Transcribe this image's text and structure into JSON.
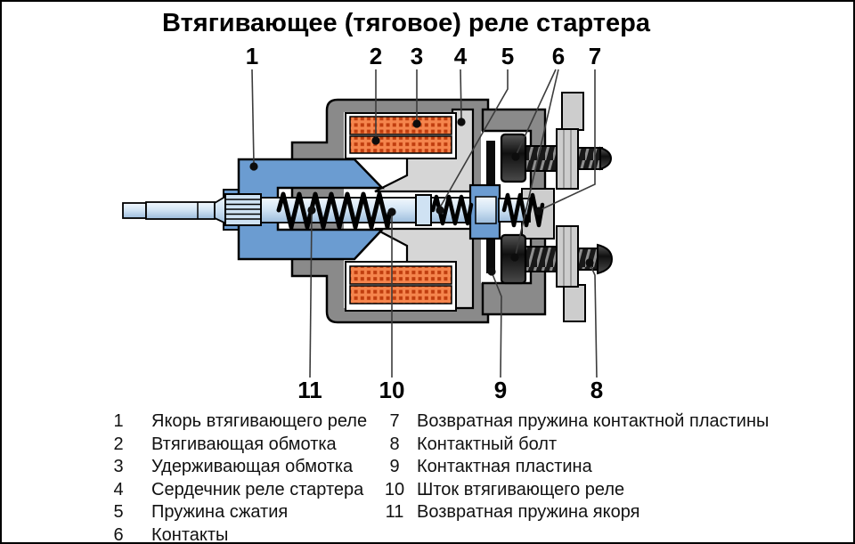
{
  "title": "Втягивающее (тяговое) реле стартера",
  "callouts": {
    "top": [
      "1",
      "2",
      "3",
      "4",
      "5",
      "6",
      "7"
    ],
    "bottom": [
      "11",
      "10",
      "9",
      "8"
    ]
  },
  "legend": {
    "left": [
      {
        "num": "1",
        "label": "Якорь втягивающего реле"
      },
      {
        "num": "2",
        "label": "Втягивающая обмотка"
      },
      {
        "num": "3",
        "label": "Удерживающая обмотка"
      },
      {
        "num": "4",
        "label": "Сердечник реле стартера"
      },
      {
        "num": "5",
        "label": "Пружина сжатия"
      },
      {
        "num": "6",
        "label": "Контакты"
      }
    ],
    "right": [
      {
        "num": "7",
        "label": "Возвратная пружина контактной пластины"
      },
      {
        "num": "8",
        "label": "Контактный болт"
      },
      {
        "num": "9",
        "label": "Контактная пластина"
      },
      {
        "num": "10",
        "label": "Шток втягивающего реле"
      },
      {
        "num": "11",
        "label": "Возвратная пружина якоря"
      }
    ]
  },
  "colors": {
    "housing_gray": "#8a8a8a",
    "core_gray": "#d6d6d6",
    "armature_blue": "#6b9cd1",
    "shaft_light_blue": "#cfe2f3",
    "coil_orange": "#f5854d",
    "coil_square_red": "#c03d0e",
    "metal_dark": "#1d1d1d",
    "nut_gray": "#cdcdcd",
    "background": "#ffffff"
  }
}
